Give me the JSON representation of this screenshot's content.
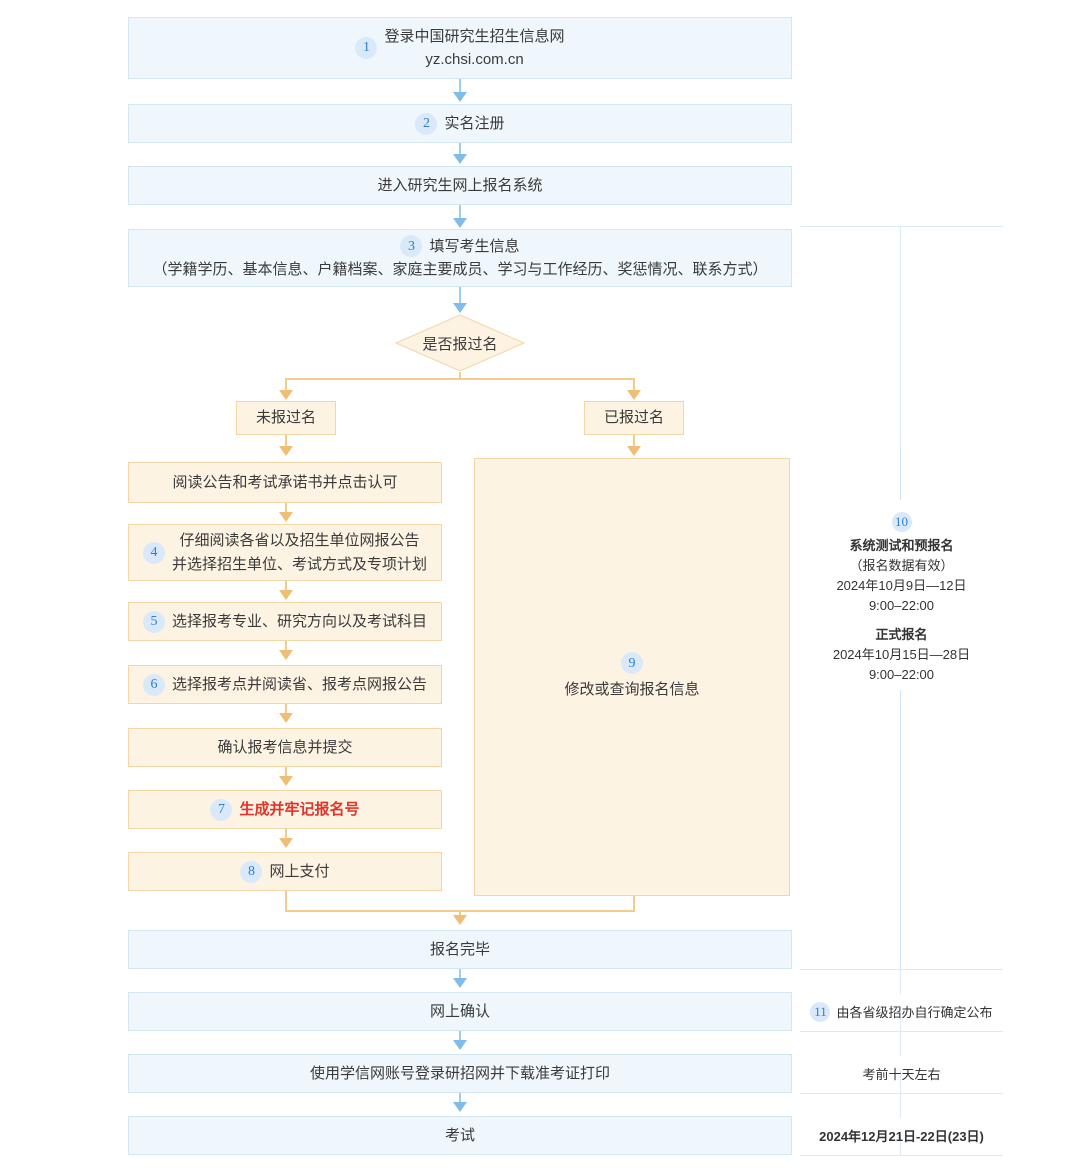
{
  "flow": {
    "main_steps": [
      {
        "id": "login",
        "badge": "1",
        "line1": "登录中国研究生招生信息网",
        "line2": "yz.chsi.com.cn"
      },
      {
        "id": "register",
        "badge": "2",
        "line1": "实名注册"
      },
      {
        "id": "enter-system",
        "badge": "",
        "line1": "进入研究生网上报名系统"
      },
      {
        "id": "fill-info",
        "badge": "3",
        "line1": "填写考生信息",
        "line2": "（学籍学历、基本信息、户籍档案、家庭主要成员、学习与工作经历、奖惩情况、联系方式）"
      }
    ],
    "decision": {
      "label": "是否报过名"
    },
    "branches": {
      "left_label": "未报过名",
      "right_label": "已报过名"
    },
    "left_steps": [
      {
        "badge": "",
        "text": "阅读公告和考试承诺书并点击认可"
      },
      {
        "badge": "4",
        "line1": "仔细阅读各省以及招生单位网报公告",
        "line2": "并选择招生单位、考试方式及专项计划"
      },
      {
        "badge": "5",
        "text": "选择报考专业、研究方向以及考试科目"
      },
      {
        "badge": "6",
        "text": "选择报考点并阅读省、报考点网报公告"
      },
      {
        "badge": "",
        "text": "确认报考信息并提交"
      },
      {
        "badge": "7",
        "text": "生成并牢记报名号",
        "emphasis": "red"
      },
      {
        "badge": "8",
        "text": "网上支付"
      }
    ],
    "right_branch": {
      "badge": "9",
      "text": "修改或查询报名信息"
    },
    "bottom_steps": [
      {
        "text": "报名完毕"
      },
      {
        "text": "网上确认"
      },
      {
        "text": "使用学信网账号登录研招网并下载准考证打印"
      },
      {
        "text": "考试"
      }
    ]
  },
  "timeline": {
    "registration": {
      "badge": "10",
      "title1": "系统测试和预报名",
      "note1": "（报名数据有效）",
      "date1": "2024年10月9日—12日",
      "time1": "9:00–22:00",
      "title2": "正式报名",
      "date2": "2024年10月15日—28日",
      "time2": "9:00–22:00"
    },
    "rows": [
      {
        "badge": "11",
        "text": "由各省级招办自行确定公布"
      },
      {
        "badge": "",
        "text": "考前十天左右"
      },
      {
        "badge": "",
        "text": "2024年12月21日-22日(23日)"
      }
    ]
  },
  "colors": {
    "blue_fill": "#eff7fc",
    "blue_border": "#d3e7f3",
    "orange_fill": "#fdf3e3",
    "orange_border": "#f3d6a6",
    "badge_bg": "#d9e9fa",
    "badge_text": "#2f7fc9",
    "arrow_blue": "#7fbcec",
    "arrow_orange": "#f0bd74",
    "red": "#e2342a"
  }
}
